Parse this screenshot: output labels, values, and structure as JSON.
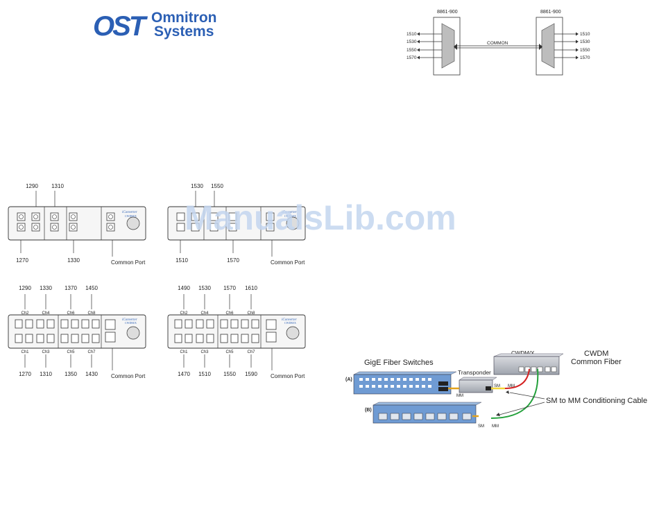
{
  "logo": {
    "mark": "OST",
    "line1": "Omnitron",
    "line2": "Systems",
    "color": "#2b5fb4"
  },
  "watermark": "ManualsLib.com",
  "mux_diagram": {
    "unit_left": "8861-900",
    "unit_right": "8861-900",
    "link_label": "COMMON",
    "left_ports": [
      "1510",
      "1530",
      "1550",
      "1570"
    ],
    "right_ports": [
      "1510",
      "1530",
      "1550",
      "1570"
    ]
  },
  "panel_4ch_a": {
    "top_labels": [
      "1290",
      "1310"
    ],
    "bottom_labels": [
      "1270",
      "1330",
      "Common Port"
    ],
    "brand": "iConverter",
    "model": "CWDM/X"
  },
  "panel_4ch_b": {
    "top_labels": [
      "1530",
      "1550"
    ],
    "bottom_labels": [
      "1510",
      "1570",
      "Common Port"
    ],
    "brand": "iConverter",
    "model": "CWDM/X"
  },
  "panel_8ch_a": {
    "top_labels": [
      "1290",
      "1330",
      "1370",
      "1450"
    ],
    "top_ch": [
      "Ch2",
      "Ch4",
      "Ch6",
      "Ch8"
    ],
    "bottom_ch": [
      "Ch1",
      "Ch3",
      "Ch5",
      "Ch7"
    ],
    "bottom_labels": [
      "1270",
      "1310",
      "1350",
      "1430",
      "Common Port"
    ],
    "brand": "iConverter",
    "model": "CWDM/X"
  },
  "panel_8ch_b": {
    "top_labels": [
      "1490",
      "1530",
      "1570",
      "1610"
    ],
    "top_ch": [
      "Ch2",
      "Ch4",
      "Ch6",
      "Ch8"
    ],
    "bottom_ch": [
      "Ch1",
      "Ch3",
      "Ch5",
      "Ch7"
    ],
    "bottom_labels": [
      "1470",
      "1510",
      "1550",
      "1590",
      "Common Port"
    ],
    "brand": "iConverter",
    "model": "CWDM/X"
  },
  "network": {
    "switches_label": "GigE Fiber Switches",
    "transponder_label": "Transponder",
    "cwdm_label": "CWDM/X",
    "common_fiber_line1": "CWDM",
    "common_fiber_line2": "Common Fiber",
    "cable_label": "SM to MM Conditioning Cable",
    "switch_a": "(A)",
    "switch_b": "(B)",
    "mm_1": "MM",
    "sm_1": "SM",
    "mm_2": "MM",
    "sm_2": "SM",
    "mm_3": "MM"
  }
}
